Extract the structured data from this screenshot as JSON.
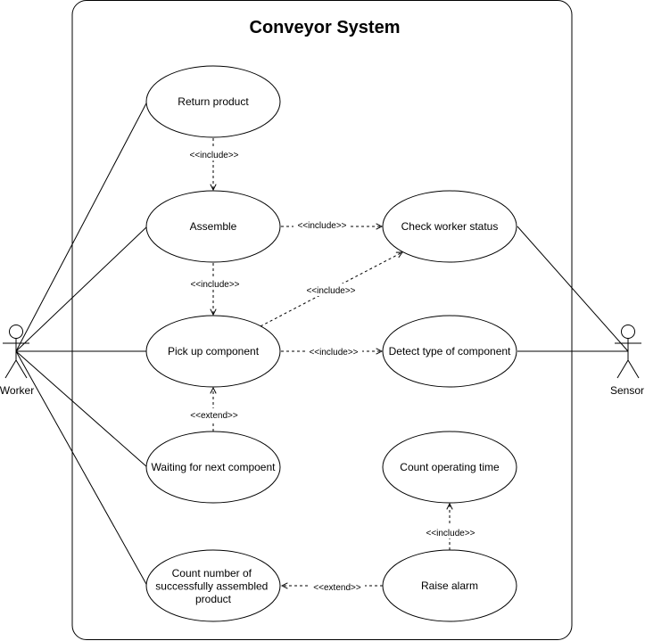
{
  "system": {
    "title": "Conveyor System"
  },
  "actors": {
    "worker": "Worker",
    "sensor": "Sensor"
  },
  "usecases": {
    "return_product": [
      "Return product"
    ],
    "assemble": [
      "Assemble"
    ],
    "pick_up": [
      "Pick up component"
    ],
    "waiting": [
      "Waiting for next compoent"
    ],
    "count_assembled": [
      "Count number of",
      "successfully assembled",
      "product"
    ],
    "check_worker": [
      "Check worker status"
    ],
    "detect_type": [
      "Detect type of component"
    ],
    "count_time": [
      "Count operating time"
    ],
    "raise_alarm": [
      "Raise alarm"
    ]
  },
  "relations": {
    "include": "<<include>>",
    "extend": "<<extend>>"
  }
}
